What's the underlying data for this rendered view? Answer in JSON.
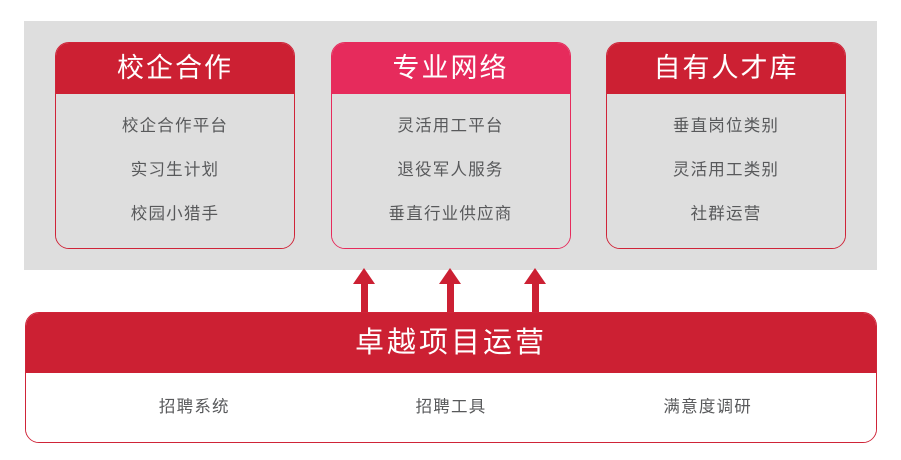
{
  "colors": {
    "panel_background": "#dedede",
    "deep_red": "#cc2033",
    "pink_red": "#e62b5c",
    "border_red": "#cf2438",
    "text_gray": "#58595b",
    "page_background": "#ffffff"
  },
  "top_panel": {
    "cards": [
      {
        "title": "校企合作",
        "header_color": "#cc2033",
        "items": [
          "校企合作平台",
          "实习生计划",
          "校园小猎手"
        ]
      },
      {
        "title": "专业网络",
        "header_color": "#e62b5c",
        "items": [
          "灵活用工平台",
          "退役军人服务",
          "垂直行业供应商"
        ]
      },
      {
        "title": "自有人才库",
        "header_color": "#cc2033",
        "items": [
          "垂直岗位类别",
          "灵活用工类别",
          "社群运营"
        ]
      }
    ]
  },
  "connectors": {
    "icon": "arrow-up-icon",
    "count": 3,
    "color": "#cc2033",
    "positions_x": [
      364,
      450,
      535
    ]
  },
  "bottom_panel": {
    "title": "卓越项目运营",
    "header_color": "#cc2033",
    "items": [
      "招聘系统",
      "招聘工具",
      "满意度调研"
    ]
  }
}
